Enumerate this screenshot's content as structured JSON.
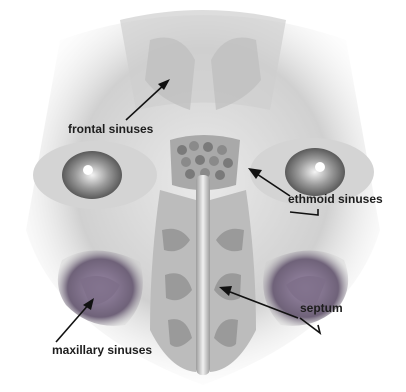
{
  "labels": {
    "frontal": "frontal sinuses",
    "ethmoid": "ethmoid sinuses",
    "septum": "septum",
    "maxillary": "maxillary sinuses"
  },
  "palette": {
    "background": "#ffffff",
    "skin_light": "#d9d9d9",
    "skin_mid": "#b5b5b5",
    "skin_dark": "#8a8a8a",
    "sinus_tint": "#8f7f9a",
    "text": "#1d1d1d",
    "arrow": "#111111"
  }
}
